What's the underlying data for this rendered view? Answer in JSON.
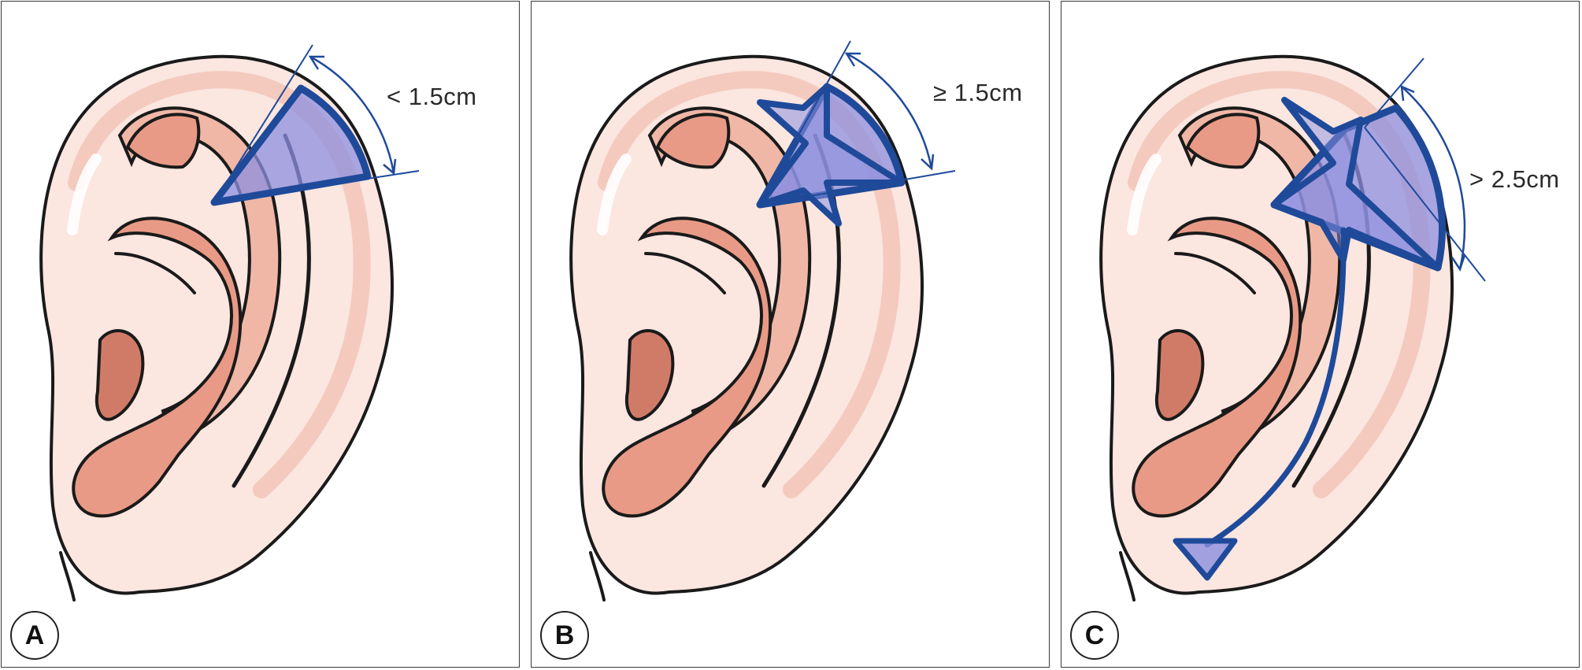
{
  "figure": {
    "colors": {
      "skin": "#fbe6e0",
      "skin_shade": "#f0b7a6",
      "cartilage": "#e89a86",
      "cartilage_deep": "#d07b68",
      "outline": "#1a1a1a",
      "flap_stroke": "#1f4a9a",
      "flap_fill": "#8d8fe0"
    },
    "panels": [
      {
        "letter": "A",
        "measurement": "< 1.5cm"
      },
      {
        "letter": "B",
        "measurement": "≥ 1.5cm"
      },
      {
        "letter": "C",
        "measurement": "> 2.5cm"
      }
    ]
  }
}
